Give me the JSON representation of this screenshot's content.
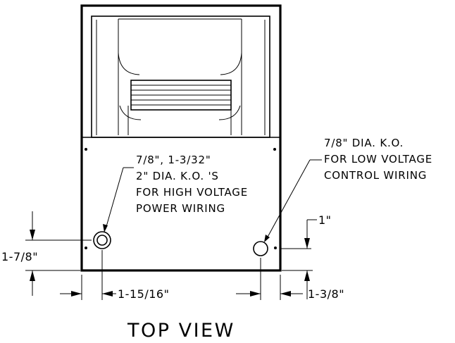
{
  "notes": {
    "high_voltage": [
      "7/8\", 1-3/32\"",
      "2\" DIA. K.O. 'S",
      "FOR HIGH VOLTAGE",
      "POWER WIRING"
    ],
    "low_voltage": [
      "7/8\" DIA. K.O.",
      "FOR LOW VOLTAGE",
      "CONTROL WIRING"
    ]
  },
  "dimensions": {
    "height_left": "1-7/8\"",
    "left_offset": "1-15/16\"",
    "height_right": "1\"",
    "right_offset": "1-3/8\""
  },
  "view_title": "TOP VIEW"
}
